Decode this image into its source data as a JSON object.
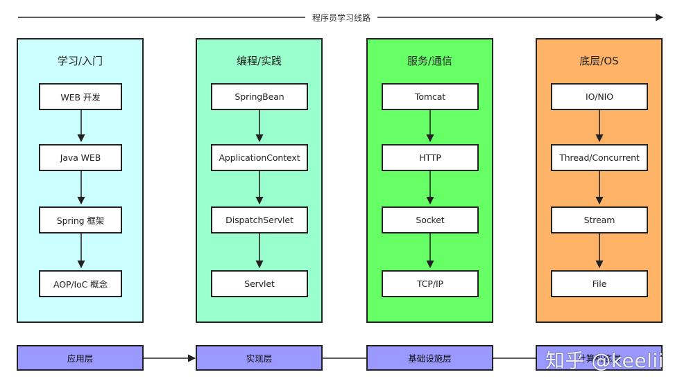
{
  "timeline": {
    "label": "程序员学习线路"
  },
  "colors": {
    "stage_1": "#ccffff",
    "stage_2": "#99ffcc",
    "stage_3": "#66ff66",
    "stage_4": "#ffb366",
    "layer": "#9999ff",
    "stroke": "#222222"
  },
  "stages": [
    {
      "title": "学习/入门",
      "items": [
        "WEB 开发",
        "Java WEB",
        "Spring 框架",
        "AOP/IoC 概念"
      ]
    },
    {
      "title": "编程/实践",
      "items": [
        "SpringBean",
        "ApplicationContext",
        "DispatchServlet",
        "Servlet"
      ]
    },
    {
      "title": "服务/通信",
      "items": [
        "Tomcat",
        "HTTP",
        "Socket",
        "TCP/IP"
      ]
    },
    {
      "title": "底层/OS",
      "items": [
        "IO/NIO",
        "Thread/Concurrent",
        "Stream",
        "File"
      ]
    }
  ],
  "layers": [
    "应用层",
    "实现层",
    "基础设施层",
    "计算机底层"
  ],
  "watermark": "知乎 @keelii"
}
